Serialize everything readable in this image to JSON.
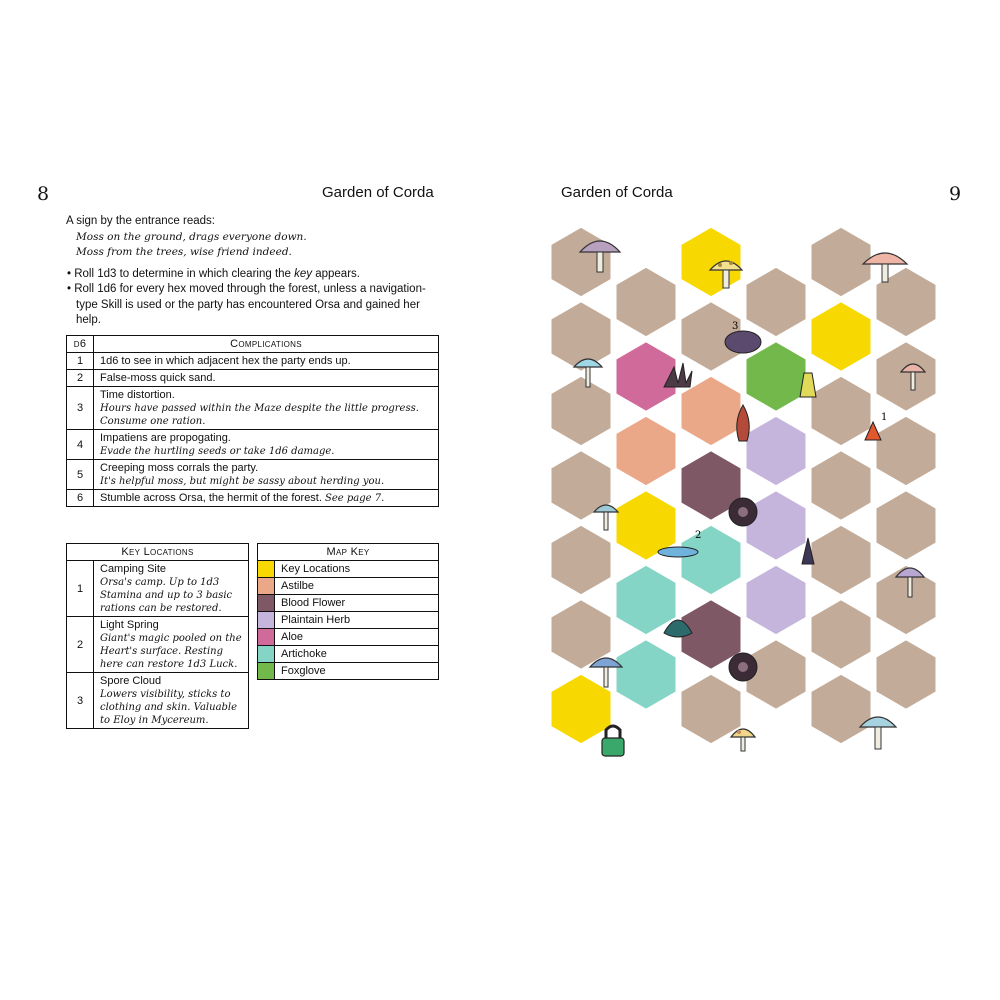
{
  "left_page": {
    "number": "8",
    "title": "Garden of Corda",
    "intro": "A sign by the entrance reads:",
    "verse": [
      "Moss on the ground, drags everyone down.",
      "Moss from the trees, wise friend indeed."
    ],
    "bullets": [
      {
        "pre": "• Roll 1d3 to determine in which clearing the ",
        "em": "key",
        "post": " appears."
      },
      {
        "pre": "• Roll 1d6 for every hex moved through the forest, unless a navigation-type Skill is used or the party has encountered Orsa and gained her help.",
        "em": "",
        "post": ""
      }
    ],
    "complications": {
      "header_die": "d6",
      "header_title": "Complications",
      "rows": [
        {
          "n": "1",
          "text": "1d6 to see in which adjacent hex the party ends up.",
          "desc": ""
        },
        {
          "n": "2",
          "text": "False-moss quick sand.",
          "desc": ""
        },
        {
          "n": "3",
          "text": "Time distortion.",
          "desc": "Hours have passed within the Maze despite the little progress. Consume one ration."
        },
        {
          "n": "4",
          "text": "Impatiens are propogating.",
          "desc": "Evade the hurtling seeds or take 1d6 damage."
        },
        {
          "n": "5",
          "text": "Creeping moss corrals the party.",
          "desc": "It's helpful moss, but might be sassy about herding you."
        },
        {
          "n": "6",
          "text": "Stumble across Orsa, the hermit of the forest. ",
          "desc": "See page 7."
        }
      ]
    },
    "key_locations": {
      "header": "Key Locations",
      "rows": [
        {
          "n": "1",
          "name": "Camping Site",
          "desc": "Orsa's camp. Up to 1d3 Stamina and up to 3 basic rations can be restored."
        },
        {
          "n": "2",
          "name": "Light Spring",
          "desc": "Giant's magic pooled on the Heart's surface. Resting here can restore 1d3 Luck."
        },
        {
          "n": "3",
          "name": "Spore Cloud",
          "desc": "Lowers visibility, sticks to clothing and skin. Valuable to Eloy in Mycereum."
        }
      ]
    },
    "map_key": {
      "header": "Map Key",
      "rows": [
        {
          "label": "Key Locations",
          "color": "#f7d800"
        },
        {
          "label": "Astilbe",
          "color": "#eba888"
        },
        {
          "label": "Blood Flower",
          "color": "#7f5865"
        },
        {
          "label": "Plaintain Herb",
          "color": "#c5b5dc"
        },
        {
          "label": "Aloe",
          "color": "#d06a9b"
        },
        {
          "label": "Artichoke",
          "color": "#84d5c6"
        },
        {
          "label": "Foxglove",
          "color": "#73b84a"
        }
      ]
    }
  },
  "right_page": {
    "number": "9",
    "title": "Garden of Corda",
    "hex_labels": [
      "3",
      "1",
      "2"
    ]
  }
}
